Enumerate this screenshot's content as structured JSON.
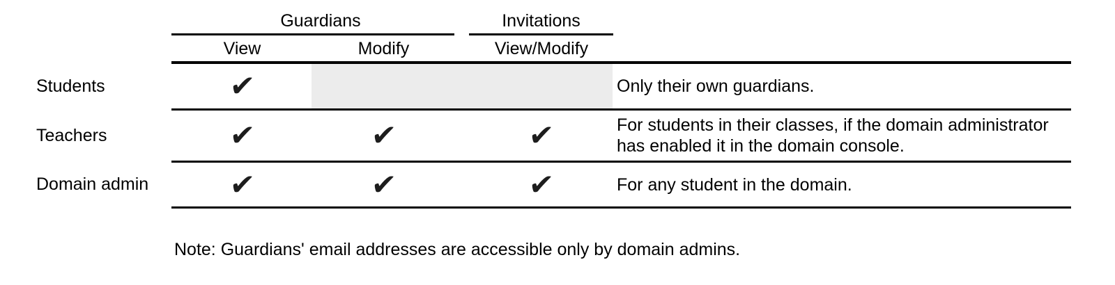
{
  "colors": {
    "background": "#ffffff",
    "text": "#000000",
    "line": "#000000",
    "check": "#1d1d1d",
    "no_permission_cell": "#ececec"
  },
  "table": {
    "check_glyph": "✔",
    "groups": [
      {
        "label": "Guardians"
      },
      {
        "label": "Invitations"
      }
    ],
    "columns": [
      {
        "label": "View",
        "group": "Guardians"
      },
      {
        "label": "Modify",
        "group": "Guardians"
      },
      {
        "label": "View/Modify",
        "group": "Invitations"
      }
    ],
    "rows": [
      {
        "label": "Students",
        "view": true,
        "modify": false,
        "view_modify": false,
        "description": "Only their own guardians."
      },
      {
        "label": "Teachers",
        "view": true,
        "modify": true,
        "view_modify": true,
        "description": "For students in their classes, if the domain administrator has enabled it in the domain console."
      },
      {
        "label": "Domain admin",
        "view": true,
        "modify": true,
        "view_modify": true,
        "description": "For any student in the domain."
      }
    ]
  },
  "footnote": "Note: Guardians' email addresses are accessible only by domain admins."
}
